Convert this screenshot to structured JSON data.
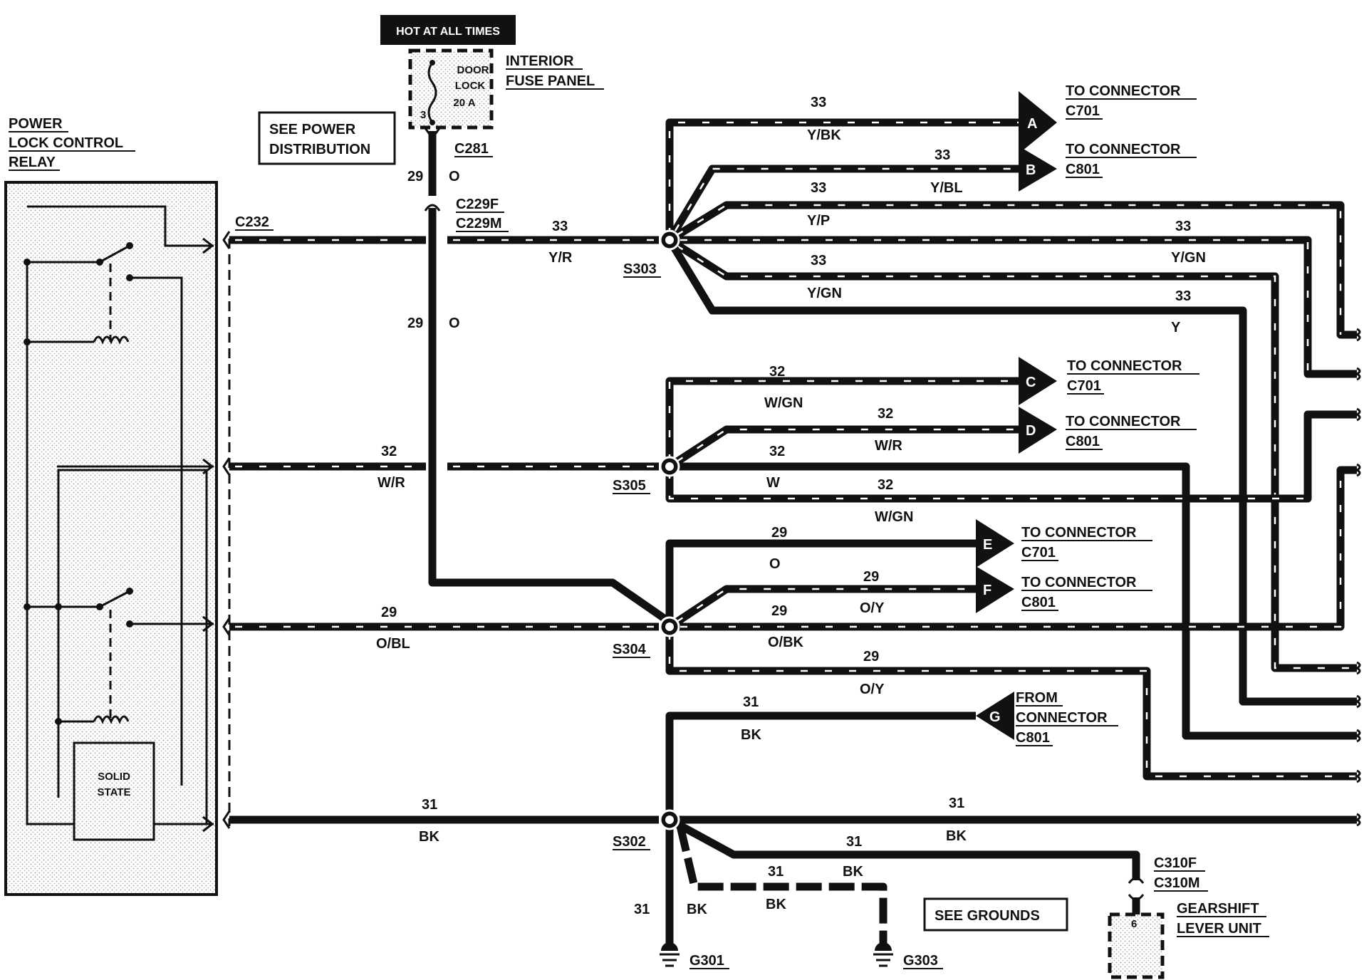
{
  "fuse": {
    "header": "HOT AT ALL TIMES",
    "line1": "DOOR",
    "line2": "LOCK",
    "line3": "20 A",
    "pin": "3",
    "panel_line1": "INTERIOR",
    "panel_line2": "FUSE PANEL"
  },
  "see_power_line1": "SEE POWER",
  "see_power_line2": "DISTRIBUTION",
  "see_grounds": "SEE GROUNDS",
  "relay": {
    "title_line1": "POWER",
    "title_line2": "LOCK CONTROL",
    "title_line3": "RELAY",
    "solid_state_line1": "SOLID",
    "solid_state_line2": "STATE"
  },
  "connectors": {
    "c281": "C281",
    "c232": "C232",
    "c229f": "C229F",
    "c229m": "C229M",
    "c310f": "C310F",
    "c310m": "C310M"
  },
  "splices": {
    "s303": "S303",
    "s305": "S305",
    "s304": "S304",
    "s302": "S302"
  },
  "grounds": {
    "g301": "G301",
    "g303": "G303"
  },
  "gearshift": {
    "line1": "GEARSHIFT",
    "line2": "LEVER UNIT",
    "pin": "6"
  },
  "to_connectors": [
    {
      "letter": "A",
      "line1": "TO CONNECTOR",
      "line2": "C701"
    },
    {
      "letter": "B",
      "line1": "TO CONNECTOR",
      "line2": "C801"
    },
    {
      "letter": "C",
      "line1": "TO CONNECTOR",
      "line2": "C701"
    },
    {
      "letter": "D",
      "line1": "TO CONNECTOR",
      "line2": "C801"
    },
    {
      "letter": "E",
      "line1": "TO CONNECTOR",
      "line2": "C701"
    },
    {
      "letter": "F",
      "line1": "TO CONNECTOR",
      "line2": "C801"
    },
    {
      "letter": "G",
      "line1": "FROM",
      "line2": "CONNECTOR",
      "line3": "C801"
    }
  ],
  "wire_labels": {
    "fuse_out_num": "29",
    "fuse_out_color": "O",
    "mid29_num": "29",
    "mid29_color": "O",
    "yr_num": "33",
    "yr_color": "Y/R",
    "ybk_num": "33",
    "ybk_color": "Y/BK",
    "ybl_num": "33",
    "ybl_color": "Y/BL",
    "yp_num": "33",
    "yp_color": "Y/P",
    "ygn1_num": "33",
    "ygn1_color": "Y/GN",
    "ygn2_num": "33",
    "ygn2_color": "Y/GN",
    "y_num": "33",
    "y_color": "Y",
    "wr_left_num": "32",
    "wr_left_color": "W/R",
    "wgn_top_num": "32",
    "wgn_top_color": "W/GN",
    "wr_d_num": "32",
    "wr_d_color": "W/R",
    "w_num": "32",
    "w_color": "W",
    "wgn_bot_num": "32",
    "wgn_bot_color": "W/GN",
    "obl_num": "29",
    "obl_color": "O/BL",
    "o_e_num": "29",
    "o_e_color": "O",
    "oy_f_num": "29",
    "oy_f_color": "O/Y",
    "obk_num": "29",
    "obk_color": "O/BK",
    "oy2_num": "29",
    "oy2_color": "O/Y",
    "bk_g_num": "31",
    "bk_g_color": "BK",
    "bk_left_num": "31",
    "bk_left_color": "BK",
    "bk_right_num": "31",
    "bk_right_color": "BK",
    "bk_gear_num": "31",
    "bk_g301_num": "31",
    "bk_g301_color": "BK",
    "bk_g303_num": "31",
    "bk_g303_color": "BK",
    "bk_g303_color2": "BK"
  }
}
